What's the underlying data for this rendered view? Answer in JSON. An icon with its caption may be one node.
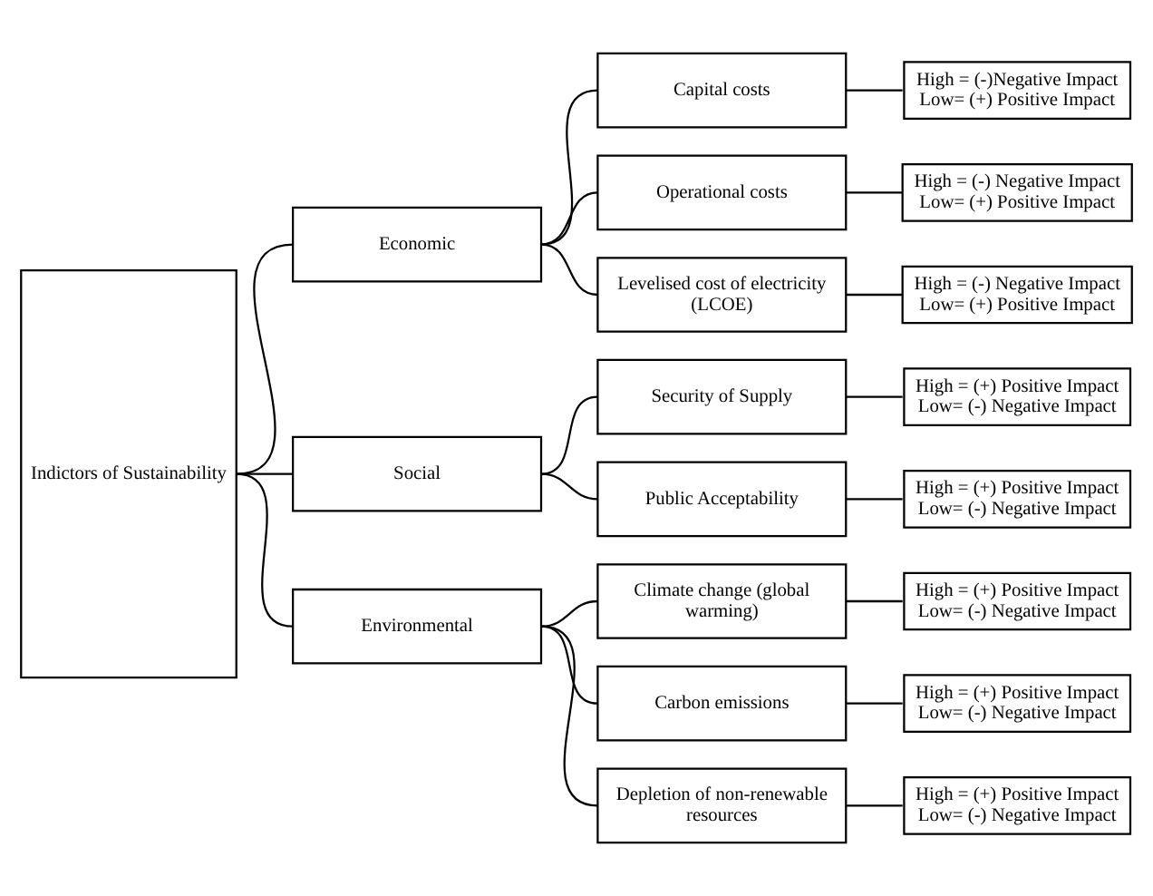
{
  "diagram": {
    "nodes": [
      {
        "text": [
          "Indictors of Sustainability"
        ]
      },
      {
        "text": [
          "Economic"
        ]
      },
      {
        "text": [
          "Capital costs"
        ]
      },
      {
        "text": [
          "High = (-)Negative Impact",
          "Low= (+) Positive Impact"
        ]
      },
      {
        "text": [
          "Operational costs"
        ]
      },
      {
        "text": [
          "High = (-) Negative Impact",
          "Low= (+) Positive Impact"
        ]
      },
      {
        "text": [
          "Levelised cost of electricity (LCOE)"
        ]
      },
      {
        "text": [
          "High = (-) Negative Impact",
          "Low= (+) Positive Impact"
        ]
      },
      {
        "text": [
          "Social"
        ]
      },
      {
        "text": [
          "Security of Supply"
        ]
      },
      {
        "text": [
          "High = (+) Positive Impact",
          "Low= (-) Negative Impact"
        ]
      },
      {
        "text": [
          "Public Acceptability"
        ]
      },
      {
        "text": [
          "High = (+) Positive Impact",
          "Low= (-) Negative Impact"
        ]
      },
      {
        "text": [
          "Environmental"
        ]
      },
      {
        "text": [
          "Climate change (global warming)"
        ]
      },
      {
        "text": [
          "High = (+) Positive Impact",
          "Low= (-) Negative Impact"
        ]
      },
      {
        "text": [
          "Carbon emissions"
        ]
      },
      {
        "text": [
          "High = (+) Positive Impact",
          "Low= (-) Negative Impact"
        ]
      },
      {
        "text": [
          "Depletion of non-renewable resources"
        ]
      },
      {
        "text": [
          "High = (+) Positive Impact",
          "Low= (-) Negative Impact"
        ]
      }
    ],
    "edges": [
      {
        "from": 0,
        "to": 1,
        "arrow": "none"
      },
      {
        "from": 0,
        "to": 8,
        "arrow": "none"
      },
      {
        "from": 0,
        "to": 13,
        "arrow": "none"
      },
      {
        "from": 1,
        "to": 2,
        "arrow": "none"
      },
      {
        "from": 1,
        "to": 4,
        "arrow": "none"
      },
      {
        "from": 1,
        "to": 6,
        "arrow": "none"
      },
      {
        "from": 8,
        "to": 9,
        "arrow": "none"
      },
      {
        "from": 8,
        "to": 11,
        "arrow": "none"
      },
      {
        "from": 13,
        "to": 14,
        "arrow": "none"
      },
      {
        "from": 13,
        "to": 16,
        "arrow": "none"
      },
      {
        "from": 13,
        "to": 18,
        "arrow": "none"
      },
      {
        "from": 2,
        "to": 3,
        "arrow": "none"
      },
      {
        "from": 4,
        "to": 5,
        "arrow": "none"
      },
      {
        "from": 6,
        "to": 7,
        "arrow": "none"
      },
      {
        "from": 9,
        "to": 10,
        "arrow": "none"
      },
      {
        "from": 11,
        "to": 12,
        "arrow": "none"
      },
      {
        "from": 14,
        "to": 15,
        "arrow": "none"
      },
      {
        "from": 16,
        "to": 17,
        "arrow": "none"
      },
      {
        "from": 18,
        "to": 19,
        "arrow": "none"
      }
    ]
  }
}
